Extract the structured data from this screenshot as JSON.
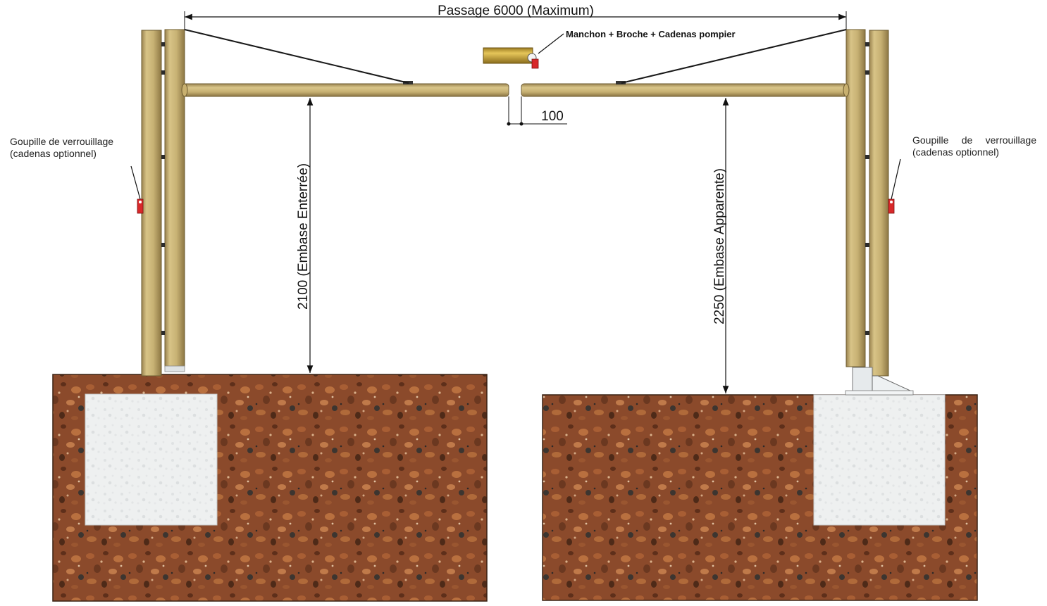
{
  "diagram": {
    "passage_label": "Passage 6000 (Maximum)",
    "gap_label": "100",
    "sleeve_label": "Manchon + Broche + Cadenas pompier",
    "left_pin_label_line1": "Goupille de verrouillage",
    "left_pin_label_line2": "(cadenas optionnel)",
    "right_pin_label_line1": "Goupille de verrouillage",
    "right_pin_label_line2": "(cadenas optionnel)",
    "left_height_label": "2100 (Embase Enterrée)",
    "right_height_label": "2250 (Embase Apparente)"
  },
  "colors": {
    "wood_light": "#d9c48a",
    "wood_mid": "#b9a062",
    "wood_dark": "#8f7a45",
    "soil": "#8a4a2a",
    "soil_dark": "#5a2e1a",
    "concrete": "#eef0f0",
    "sleeve": "#c9a640",
    "lock_red": "#d8282a",
    "dimension_line": "#111111"
  }
}
